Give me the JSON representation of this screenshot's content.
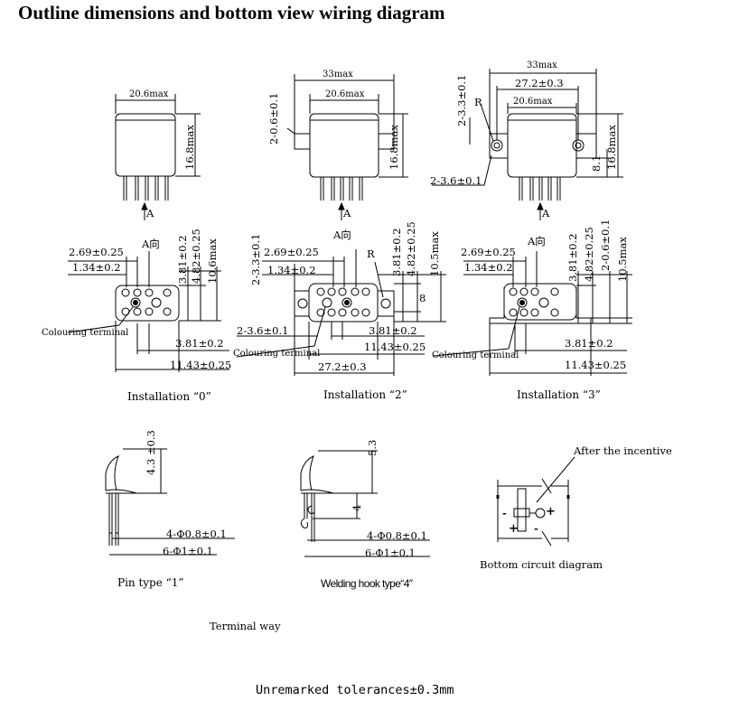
{
  "title": "Outline dimensions and bottom view wiring diagram",
  "top_view": {
    "v0": {
      "width": "20.6max",
      "height": "16.8max",
      "arrow": "A"
    },
    "v2": {
      "outer": "33max",
      "width": "20.6max",
      "height": "16.8max",
      "holes": "2-0.6±0.1",
      "arrow": "A"
    },
    "v3": {
      "outer": "33max",
      "pitch": "27.2±0.3",
      "width": "20.6max",
      "height": "16.8max",
      "radius": "R",
      "holes_top": "2-3.3±0.1",
      "holes": "2-3.6±0.1",
      "flange": "8.1",
      "arrow": "A"
    }
  },
  "bottom_view": {
    "i0": {
      "d1": "2.69±0.25",
      "d2": "1.34±0.2",
      "dir": "A向",
      "v1": "3.81±0.2",
      "v2": "4.82±0.25",
      "v3": "10.6max",
      "h1": "3.81±0.2",
      "h2": "11.43±0.25",
      "colour": "Colouring terminal",
      "caption": "Installation “0”"
    },
    "i2": {
      "d1": "2.69±0.25",
      "d2": "1.34±0.2",
      "dir": "A向",
      "radius": "R",
      "holes_top": "2-3.3±0.1",
      "v1": "3.81±0.2",
      "v2": "4.82±0.25",
      "v3": "10.5max",
      "v4": "8",
      "holes": "2-3.6±0.1",
      "h1": "3.81±0.2",
      "h2": "11.43±0.25",
      "pitch": "27.2±0.3",
      "colour": "Colouring terminal",
      "caption": "Installation “2”"
    },
    "i3": {
      "d1": "2.69±0.25",
      "d2": "1.34±0.2",
      "dir": "A向",
      "v1": "3.81±0.2",
      "v2": "4.82±0.25",
      "v3": "2-0.6±0.1",
      "v4": "10.5max",
      "h1": "3.81±0.2",
      "h2": "11.43±0.25",
      "colour": "Colouring terminal",
      "caption": "Installation “3”"
    }
  },
  "pins": {
    "p1": {
      "height": "4.3 ±0.3",
      "d1": "4-Φ0.8±0.1",
      "d2": "6-Φ1±0.1",
      "caption": "Pin type “1”"
    },
    "p4": {
      "height": "5.3",
      "hook": "4",
      "d1": "4-Φ0.8±0.1",
      "d2": "6-Φ1±0.1",
      "caption": "Welding hook type“4″"
    }
  },
  "circuit": {
    "note": "After the incentive",
    "minus": "-",
    "plus": "+",
    "caption": "Bottom circuit diagram"
  },
  "terminal_way": "Terminal way",
  "footer": "Unremarked tolerances±0.3mm"
}
